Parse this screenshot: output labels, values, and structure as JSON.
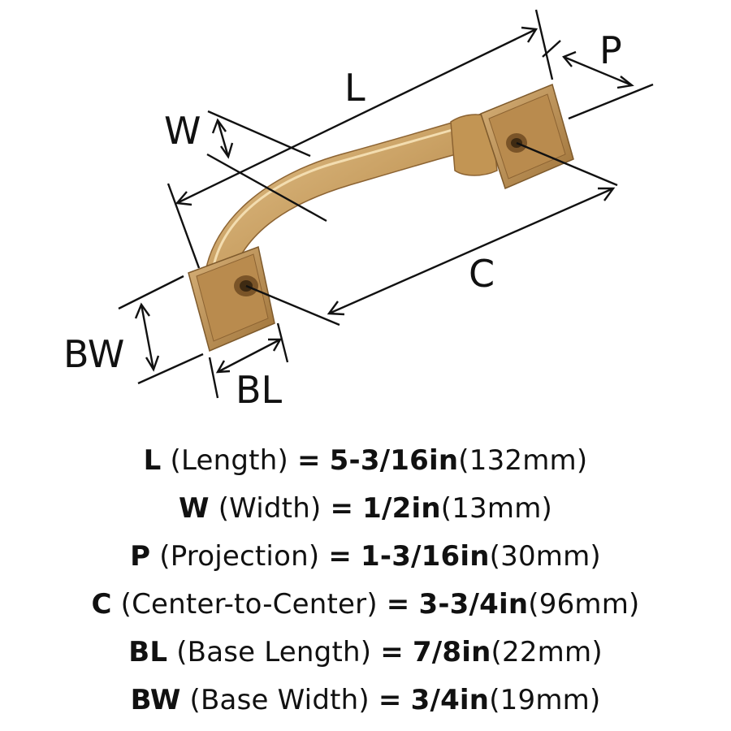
{
  "diagram": {
    "labels": {
      "L": "L",
      "W": "W",
      "P": "P",
      "C": "C",
      "BW": "BW",
      "BL": "BL"
    },
    "colors": {
      "brass_light": "#D9B47A",
      "brass_mid": "#C39656",
      "brass_dark": "#8C6332",
      "line": "#111111"
    }
  },
  "specs": [
    {
      "abbr": "L",
      "name": "(Length)",
      "eq": "=",
      "value": "5-3/16in",
      "metric": "(132mm)"
    },
    {
      "abbr": "W",
      "name": "(Width)",
      "eq": "=",
      "value": "1/2in",
      "metric": "(13mm)"
    },
    {
      "abbr": "P",
      "name": "(Projection)",
      "eq": "=",
      "value": "1-3/16in",
      "metric": "(30mm)"
    },
    {
      "abbr": "C",
      "name": "(Center-to-Center)",
      "eq": "=",
      "value": "3-3/4in",
      "metric": "(96mm)"
    },
    {
      "abbr": "BL",
      "name": "(Base Length)",
      "eq": "=",
      "value": "7/8in",
      "metric": "(22mm)"
    },
    {
      "abbr": "BW",
      "name": "(Base Width)",
      "eq": "=",
      "value": "3/4in",
      "metric": "(19mm)"
    }
  ]
}
